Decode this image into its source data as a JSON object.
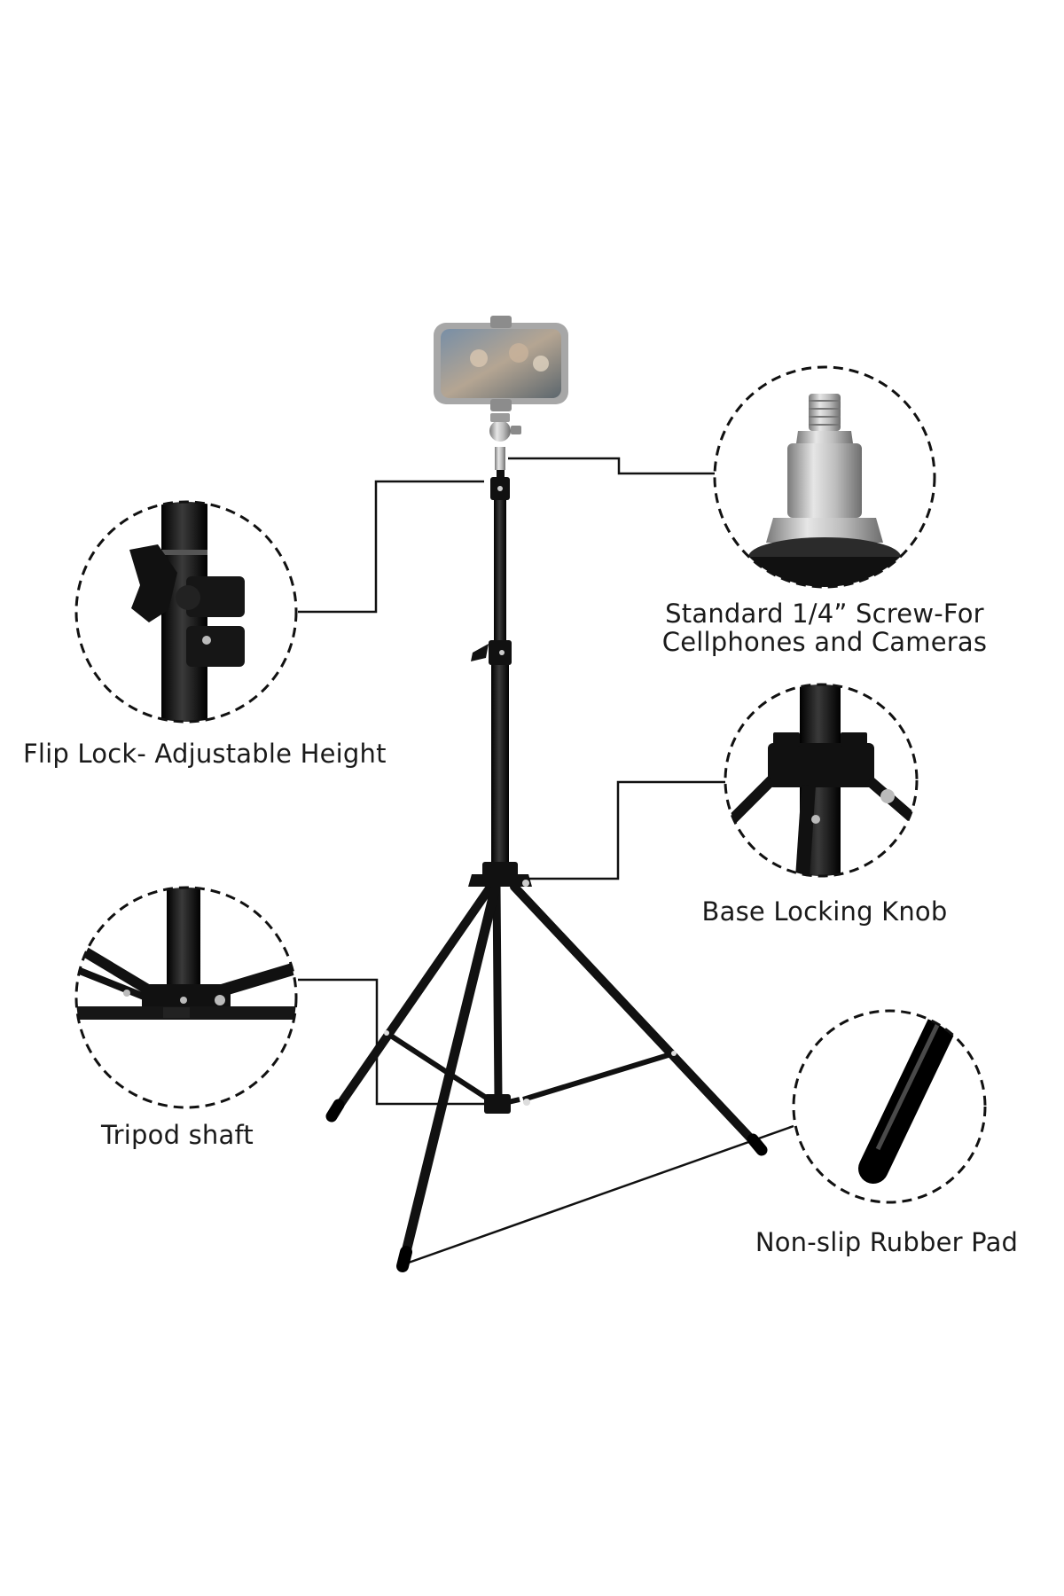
{
  "callouts": {
    "screw": {
      "line1": "Standard 1/4” Screw-For",
      "line2": "Cellphones and Cameras"
    },
    "flip_lock": "Flip Lock- Adjustable Height",
    "base_knob": "Base Locking Knob",
    "tripod_shaft": "Tripod shaft",
    "rubber_pad": "Non-slip Rubber Pad"
  },
  "colors": {
    "metal_black": "#111111",
    "phone_gray": "#a9a9a9",
    "screw_silver": "#c4c4c4",
    "leader_line": "#111111"
  },
  "icons": [
    "phone-holder-icon",
    "ball-head-icon",
    "screw-icon",
    "flip-lock-icon",
    "knob-icon",
    "foot-icon"
  ]
}
